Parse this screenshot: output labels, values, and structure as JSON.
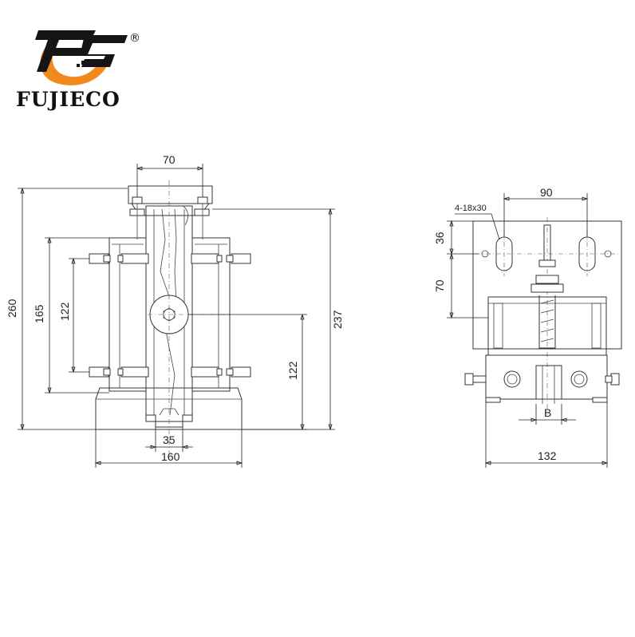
{
  "brand": {
    "name": "FUJIECO",
    "registered_mark": "®",
    "logo_colors": {
      "orange": "#f08a1c",
      "black": "#151515"
    }
  },
  "drawing": {
    "front_view": {
      "dim_top_width": "70",
      "dim_total_height": "260",
      "dim_height_237": "237",
      "dim_height_165": "165",
      "dim_height_122_left": "122",
      "dim_height_122_right": "122",
      "dim_slot_width": "35",
      "dim_base_width": "160"
    },
    "side_view": {
      "dim_hole_spacing": "90",
      "hole_spec": "4-18x30",
      "dim_36": "36",
      "dim_70": "70",
      "dim_b": "B",
      "dim_width": "132"
    }
  }
}
